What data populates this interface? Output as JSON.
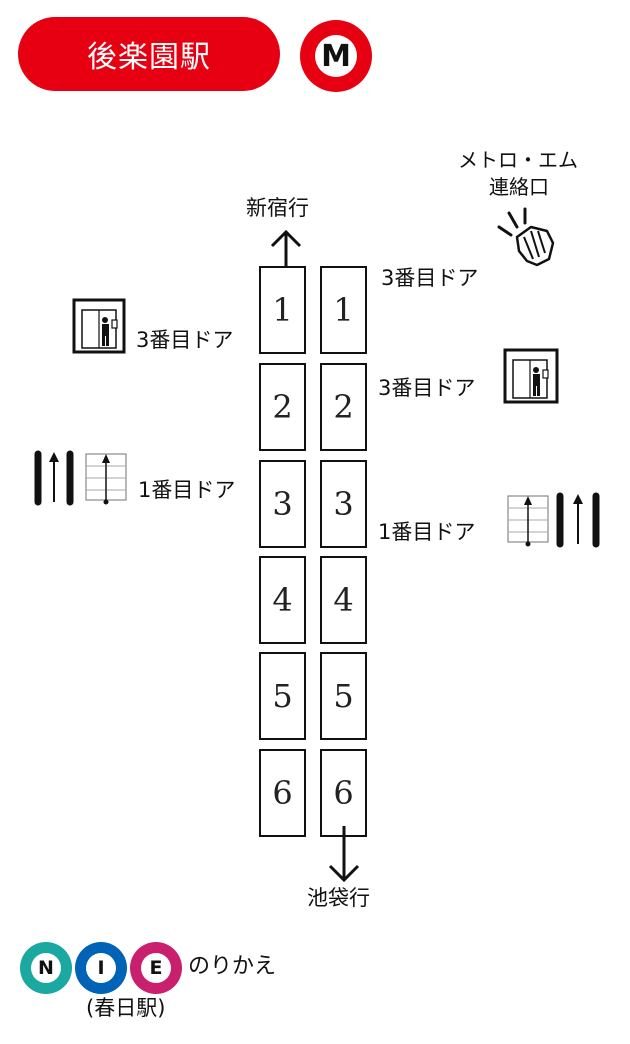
{
  "station": {
    "name": "後楽園駅",
    "line_mark": "M",
    "color": "#e60012"
  },
  "directions": {
    "top": "新宿行",
    "bottom": "池袋行"
  },
  "exits": {
    "metro_m_line1": "メトロ・エム",
    "metro_m_line2": "連絡口",
    "right_elevator_top_door": "3番目ドア",
    "right_elevator_door": "3番目ドア",
    "right_escalator_door": "1番目ドア",
    "left_elevator_door": "3番目ドア",
    "left_escalator_door": "1番目ドア"
  },
  "cars_left": [
    "1",
    "2",
    "3",
    "4",
    "5",
    "6"
  ],
  "cars_right": [
    "1",
    "2",
    "3",
    "4",
    "5",
    "6"
  ],
  "transfer": {
    "lines": [
      {
        "letter": "N",
        "color": "#1aa8a0"
      },
      {
        "letter": "I",
        "color": "#0063b5"
      },
      {
        "letter": "E",
        "color": "#c8206e"
      }
    ],
    "label": "のりかえ",
    "station": "(春日駅)"
  },
  "icons": [
    "elevator-icon",
    "escalator-icon",
    "hand-touch-icon",
    "up-arrow-icon",
    "down-arrow-icon"
  ]
}
